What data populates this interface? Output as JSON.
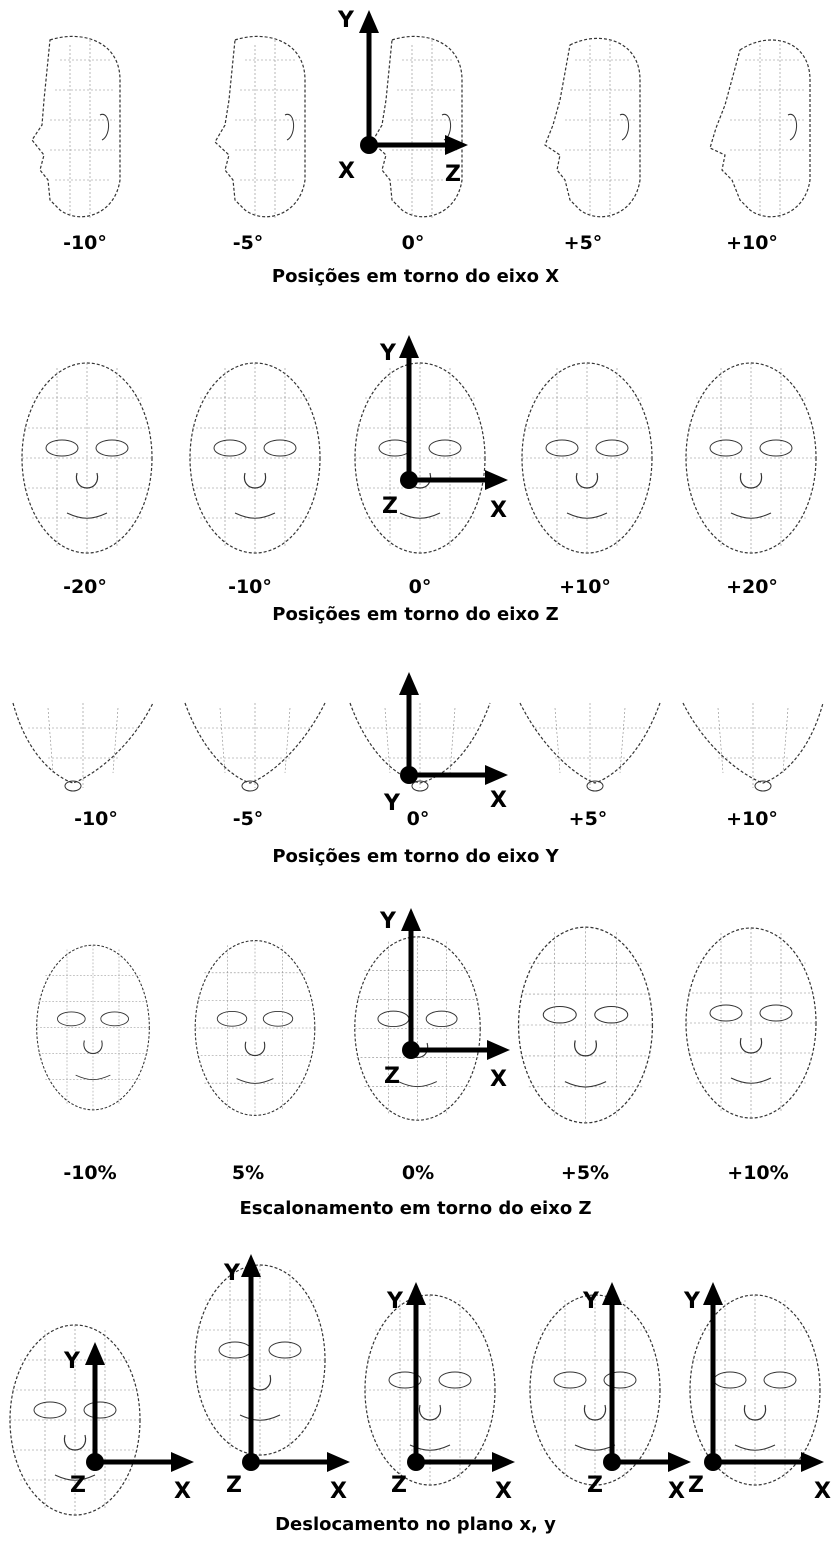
{
  "sections": [
    {
      "id": "rot-x",
      "caption": "Posições em torno do eixo X",
      "labels": [
        "-10°",
        "-5°",
        "0°",
        "+5°",
        "+10°"
      ],
      "axes": {
        "up": "Y",
        "right": "Z",
        "origin": "X"
      }
    },
    {
      "id": "rot-z",
      "caption": "Posições em torno do eixo Z",
      "labels": [
        "-20°",
        "-10°",
        "0°",
        "+10°",
        "+20°"
      ],
      "axes": {
        "up": "Y",
        "right": "X",
        "origin": "Z"
      }
    },
    {
      "id": "rot-y",
      "caption": "Posições em torno do eixo Y",
      "labels": [
        "-10°",
        "-5°",
        "0°",
        "+5°",
        "+10°"
      ],
      "axes": {
        "up": "",
        "right": "X",
        "origin": "Y"
      }
    },
    {
      "id": "scale-z",
      "caption": "Escalonamento em torno do eixo Z",
      "labels": [
        "-10%",
        "5%",
        "0%",
        "+5%",
        "+10%"
      ],
      "axes": {
        "up": "Y",
        "right": "X",
        "origin": "Z"
      }
    },
    {
      "id": "translate-xy",
      "caption": "Deslocamento no plano x, y",
      "labels": [],
      "axes": {
        "up": "Y",
        "right": "X",
        "origin": "Z"
      }
    }
  ],
  "colors": {
    "ink": "#000000",
    "mesh": "#333333",
    "background": "#ffffff"
  }
}
